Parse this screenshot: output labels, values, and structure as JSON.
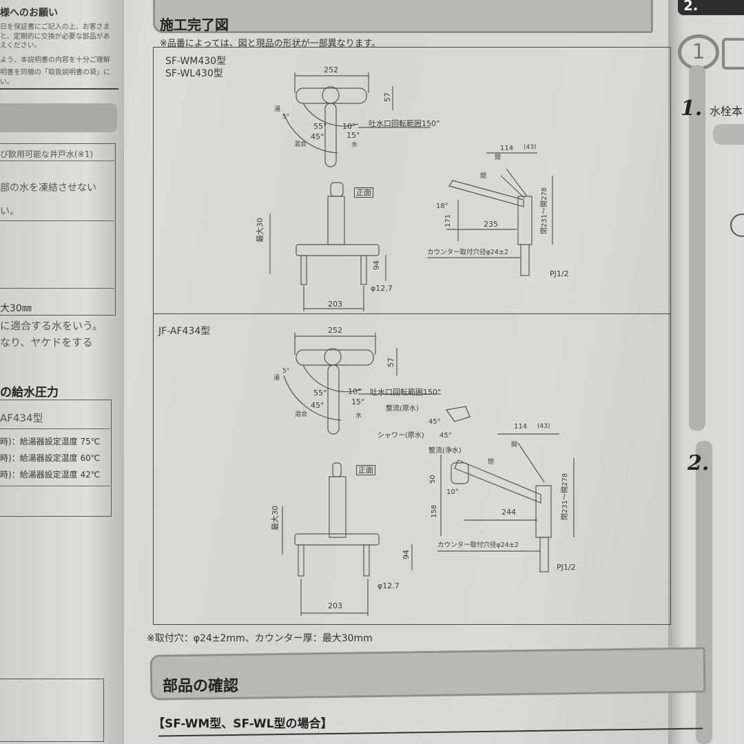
{
  "left_page": {
    "header_note": "様へのお願い",
    "lines": [
      "日を保証書にご記入の上、お客さま",
      "と、定期的に交換が必要な部品があ",
      "えください。",
      "よう、本説明書の内容を十分ご理解",
      "明書を同梱の「取扱説明書の袋」に",
      "い。"
    ],
    "table_rows": [
      "び飲用可能な井戸水(※1)",
      "部の水を凍結させない",
      "い。",
      "大30㎜"
    ],
    "notes": [
      "に適合する水をいう。",
      "なり、ヤケドをする"
    ],
    "pressure_title": "の給水圧力",
    "pressure_model": "AF434型",
    "pressure_rows": [
      "時)：給湯器設定温度 75℃",
      "時)：給湯器設定温度 60℃",
      "時)：給湯器設定温度 42℃"
    ]
  },
  "main": {
    "section_title": "施工完了図",
    "note": "※品番によっては、図と現品の形状が一部異なります。",
    "diagram1": {
      "models": [
        "SF-WM430型",
        "SF-WL430型"
      ],
      "top": {
        "width": "252",
        "depth": "57",
        "hot": "湯",
        "a5": "5°",
        "a55": "55°",
        "a10": "10°",
        "a45": "45°",
        "a15": "15°",
        "mix": "混合",
        "cold": "水",
        "spout_range": "吐水口回転範囲150°"
      },
      "front": {
        "label": "正面",
        "max30": "最大30",
        "h94": "94",
        "dia": "φ12.7",
        "w203": "203"
      },
      "side": {
        "w114": "114",
        "w43": "(43)",
        "open": "開",
        "close": "閉",
        "a18": "18°",
        "h171": "171",
        "w235": "235",
        "range": "閉231～開278",
        "hole": "カウンター取付穴径φ24±2",
        "pj": "PJ1/2"
      }
    },
    "diagram2": {
      "model": "JF-AF434型",
      "top": {
        "width": "252",
        "depth": "57",
        "hot": "湯",
        "a5": "5°",
        "a55": "55°",
        "a10": "10°",
        "a45": "45°",
        "a15": "15°",
        "mix": "混合",
        "cold": "水",
        "spout_range": "吐水口回転範囲150°"
      },
      "head": {
        "flow_raw": "整流(原水)",
        "a45a": "45°",
        "shower": "シャワー(原水)",
        "a45b": "45°",
        "flow_pure": "整流(浄水)"
      },
      "front": {
        "label": "正面",
        "max30": "最大30",
        "h94": "94",
        "dia": "φ12.7",
        "w203": "203"
      },
      "side": {
        "w114": "114",
        "w43": "(43)",
        "open": "開",
        "close": "閉",
        "h50": "50",
        "a10": "10°",
        "h158": "158",
        "w244": "244",
        "range": "閉231～開278",
        "hole": "カウンター取付穴径φ24±2",
        "pj": "PJ1/2"
      }
    },
    "footnote": "※取付穴：φ24±2mm、カウンター厚：最大30mm",
    "parts_title": "部品の確認",
    "parts_subtitle": "【SF-WM型、SF-WL型の場合】"
  },
  "right_page": {
    "header": "2.",
    "step_circle": "1",
    "step1": "1.",
    "step1_text": "水栓本",
    "step2": "2."
  }
}
